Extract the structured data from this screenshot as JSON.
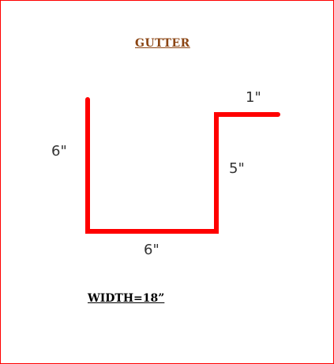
{
  "diagram": {
    "title": "GUTTER",
    "dimensions": {
      "left_side": "6\"",
      "bottom": "6\"",
      "right_side": "5\"",
      "top_flange": "1\""
    },
    "width_label": "WIDTH=18”"
  },
  "colors": {
    "border": "#ff0000",
    "profile_line": "#ff0000",
    "title_text": "#8b4513",
    "label_text": "#000000"
  }
}
